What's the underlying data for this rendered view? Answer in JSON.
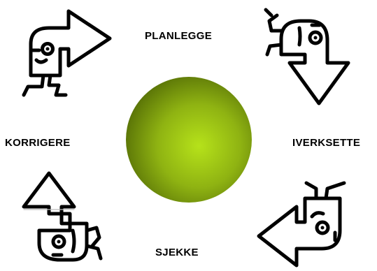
{
  "cycle": {
    "steps": [
      {
        "label": "PLANLEGGE"
      },
      {
        "label": "IVERKSETTE"
      },
      {
        "label": "SJEKKE"
      },
      {
        "label": "KORRIGERE"
      }
    ],
    "center": {
      "color_light": "#b6e21a",
      "color_mid": "#8fb312",
      "color_dark": "#5a7407"
    },
    "arrow_characters": [
      {
        "icon": "walking-arrow-character-icon",
        "direction": "right"
      },
      {
        "icon": "walking-arrow-character-icon",
        "direction": "down"
      },
      {
        "icon": "walking-arrow-character-icon",
        "direction": "left"
      },
      {
        "icon": "walking-arrow-character-icon",
        "direction": "up"
      }
    ]
  }
}
